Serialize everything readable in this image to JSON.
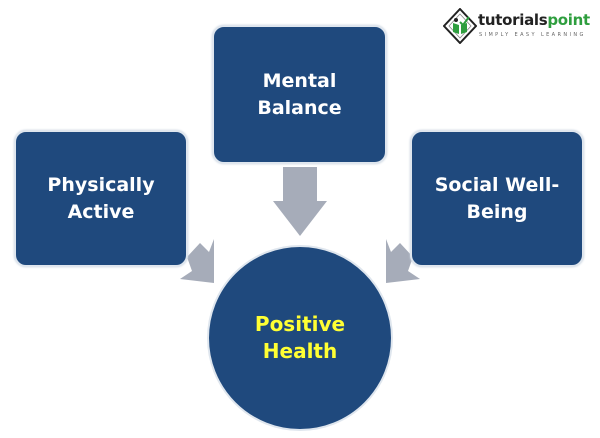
{
  "diagram": {
    "title": "Positive Health",
    "center": {
      "label": "Positive Health",
      "text_color": "#ffff33"
    },
    "nodes": [
      {
        "id": "mental",
        "label": "Mental Balance"
      },
      {
        "id": "physical",
        "label": "Physically Active"
      },
      {
        "id": "social",
        "label": "Social Well-Being"
      }
    ],
    "edges": [
      {
        "from": "mental",
        "to": "center"
      },
      {
        "from": "physical",
        "to": "center"
      },
      {
        "from": "social",
        "to": "center"
      }
    ],
    "colors": {
      "box_fill": "#1f497d",
      "arrow_fill": "#a6acb9",
      "border": "#dfe6ee"
    }
  },
  "logo": {
    "brand_part1": "tutorials",
    "brand_part2": "point",
    "tagline": "SIMPLY EASY LEARNING"
  }
}
